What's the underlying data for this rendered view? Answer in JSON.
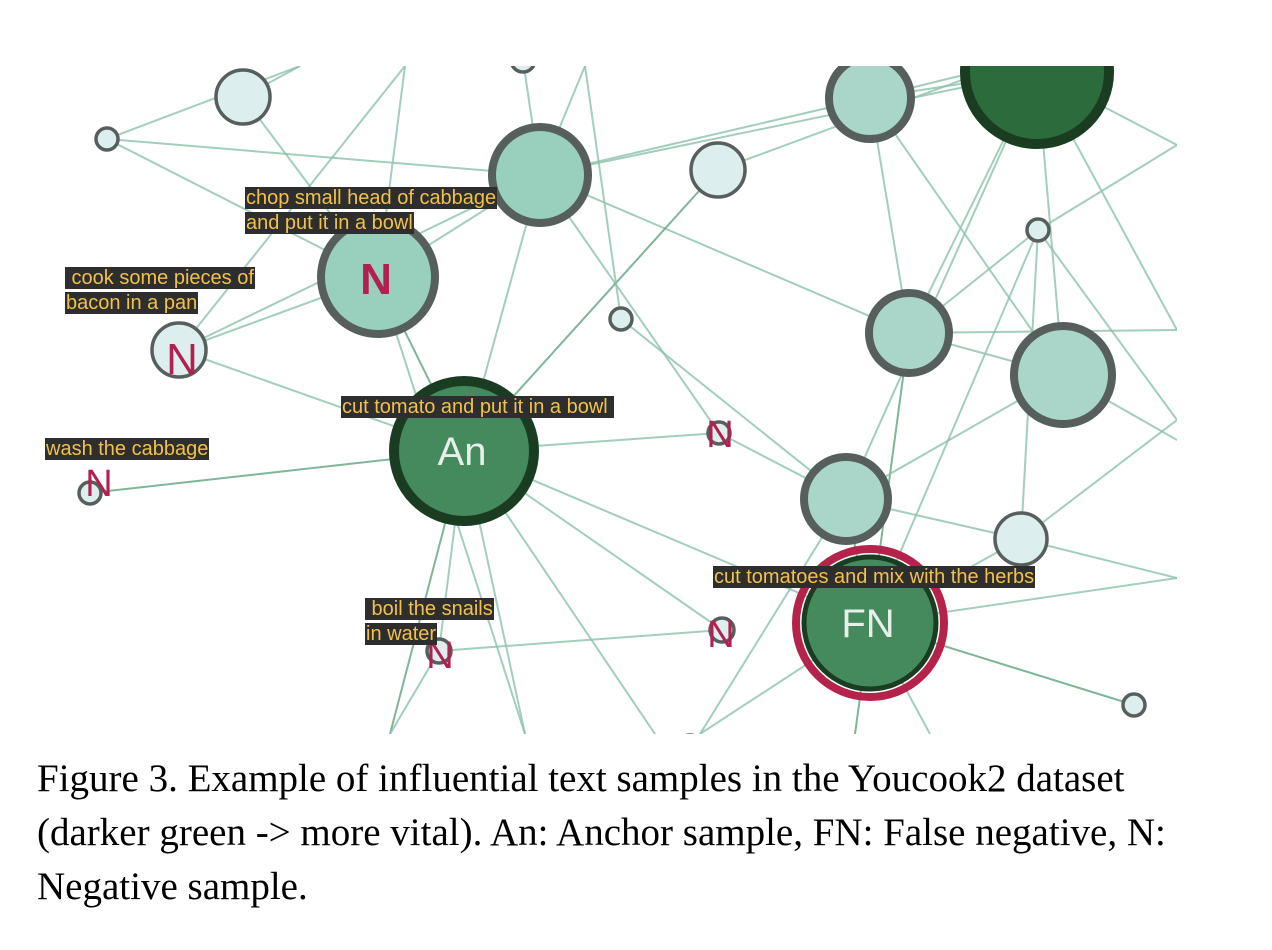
{
  "graph": {
    "colors": {
      "edge": "#8cc2aa",
      "edge_dark": "#5fa27e",
      "node_fill_light": "#dcefee",
      "node_fill_mid": "#a9d6c8",
      "node_fill_teal": "#98cfbd",
      "node_fill_dark": "#458a5d",
      "node_fill_darkest": "#2b6b3c",
      "node_stroke": "#565f5b",
      "node_stroke_dark": "#1a3d22",
      "fn_ring": "#b5234a",
      "n_marker": "#b22050",
      "label_bg": "#2e2e2e",
      "label_text": "#f2c14a",
      "inner_text": "#e6efe9"
    },
    "marker_glyph": "N",
    "anchor_tag": "An",
    "false_negative_tag": "FN",
    "labels": {
      "chop": [
        "chop small head of cabbage",
        "and put it in a bowl"
      ],
      "bacon": [
        " cook some pieces of",
        "bacon in a pan"
      ],
      "tomato": "cut tomato and put it in a bowl ",
      "wash": "wash the cabbage",
      "snails": [
        " boil the snails",
        "in water"
      ],
      "herbs": "cut tomatoes and mix with the herbs"
    }
  },
  "caption": "Figure 3. Example of influential text samples in the Youcook2 dataset (darker green -> more vital). An: Anchor sample, FN: False negative, N: Negative sample."
}
